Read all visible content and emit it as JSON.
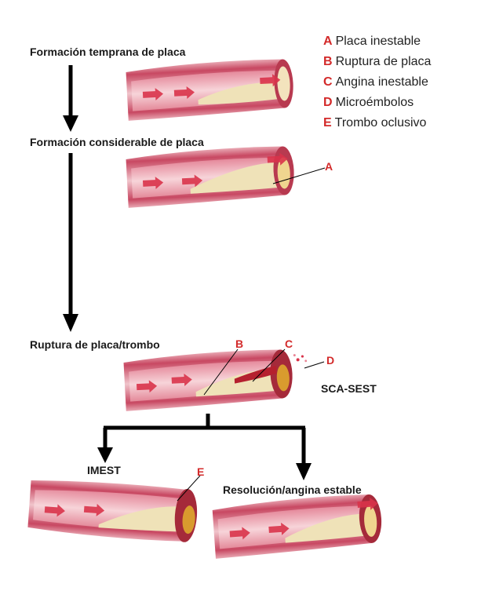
{
  "stages": {
    "early": "Formación temprana de placa",
    "considerable": "Formación considerable de placa",
    "rupture": "Ruptura de placa/trombo",
    "stemi": "IMEST",
    "nstemi": "SCA-SEST",
    "resolution": "Resolución/angina estable"
  },
  "legend": [
    {
      "key": "A",
      "text": "Placa inestable"
    },
    {
      "key": "B",
      "text": "Ruptura de placa"
    },
    {
      "key": "C",
      "text": "Angina inestable"
    },
    {
      "key": "D",
      "text": "Microémbolos"
    },
    {
      "key": "E",
      "text": "Trombo oclusivo"
    }
  ],
  "callouts": {
    "a": "A",
    "b": "B",
    "c": "C",
    "d": "D",
    "e": "E"
  },
  "colors": {
    "vessel_wall": "#c94a63",
    "vessel_outer": "#e7a3ae",
    "lumen": "#f3c9cf",
    "plaque": "#efe2b8",
    "thrombus": "#b5202e",
    "label_red": "#d32a2a"
  }
}
